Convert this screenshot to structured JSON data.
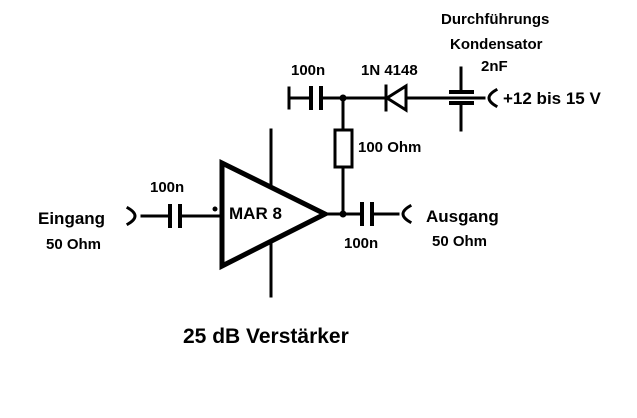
{
  "labels": {
    "input_cap": "100n",
    "input_name": "Eingang",
    "input_impedance": "50 Ohm",
    "amp_name": "MAR 8",
    "output_cap": "100n",
    "output_name": "Ausgang",
    "output_impedance": "50 Ohm",
    "supply_cap": "100n",
    "diode": "1N 4148",
    "resistor": "100 Ohm",
    "feedthrough_line1": "Durchführungs",
    "feedthrough_line2": "Kondensator",
    "feedthrough_value": "2nF",
    "supply_voltage": "+12 bis 15 V",
    "title": "25 dB Verstärker"
  },
  "colors": {
    "ink": "#000000",
    "background": "#ffffff"
  }
}
